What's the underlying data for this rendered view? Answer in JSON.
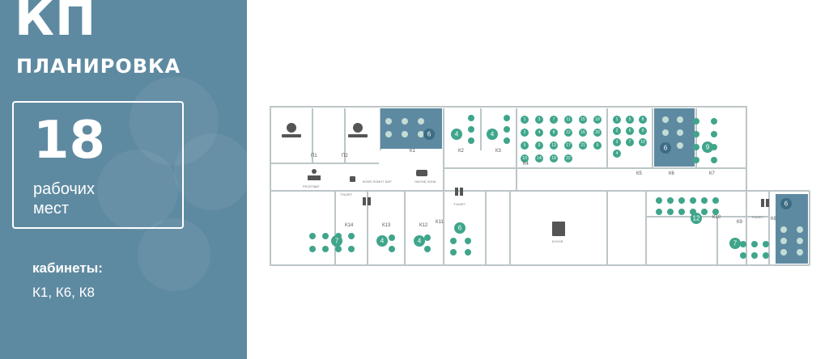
{
  "header": {
    "brand": "КП",
    "title": "ПЛАНИРОВКА"
  },
  "summary": {
    "count": "18",
    "label_line1": "рабочих",
    "label_line2": "мест"
  },
  "cabinets": {
    "title": "кабинеты:",
    "list": "К1, К6, К8"
  },
  "colors": {
    "sidebar": "#5e8aa1",
    "seat": "#3fa58b",
    "highlight": "#5e8aa1",
    "wall": "#bcc6c8"
  },
  "plan": {
    "room_labels": {
      "k1": "К1",
      "k2": "К2",
      "k3": "К3",
      "k4": "К4",
      "k5": "К5",
      "k6": "К6",
      "k7": "К7",
      "k8": "К8",
      "k9": "К9",
      "k10": "К10",
      "k11": "К11",
      "k12": "К12",
      "k13": "К13",
      "k14": "К14",
      "p1": "П1",
      "p2": "П2"
    },
    "zone_labels": {
      "reception": "РЕСЕПШН",
      "coffee": "КОФЕ-ПОИНТ БАР",
      "lounge": "ЛАУНЖ ЗОНА",
      "wc1": "ТУАЛЕТ",
      "wc2": "ТУАЛЕТ",
      "wc3": "ТУАЛЕТ",
      "kitchen": "КУХНЯ"
    },
    "capacities": {
      "k1": "6",
      "k2": "4",
      "k3": "4",
      "k6": "6",
      "k7": "9",
      "k8": "6",
      "k9": "7",
      "k10": "12",
      "k11": "6",
      "k12": "4",
      "k13": "4",
      "k14": "7"
    },
    "k4_seats": [
      "1",
      "3",
      "7",
      "11",
      "15",
      "19",
      "2",
      "4",
      "8",
      "12",
      "16",
      "20",
      "5",
      "9",
      "13",
      "17",
      "21",
      "6",
      "10",
      "14",
      "18",
      "22"
    ],
    "k5_seats": [
      "1",
      "5",
      "8",
      "2",
      "6",
      "9",
      "3",
      "7",
      "10",
      "4"
    ]
  }
}
